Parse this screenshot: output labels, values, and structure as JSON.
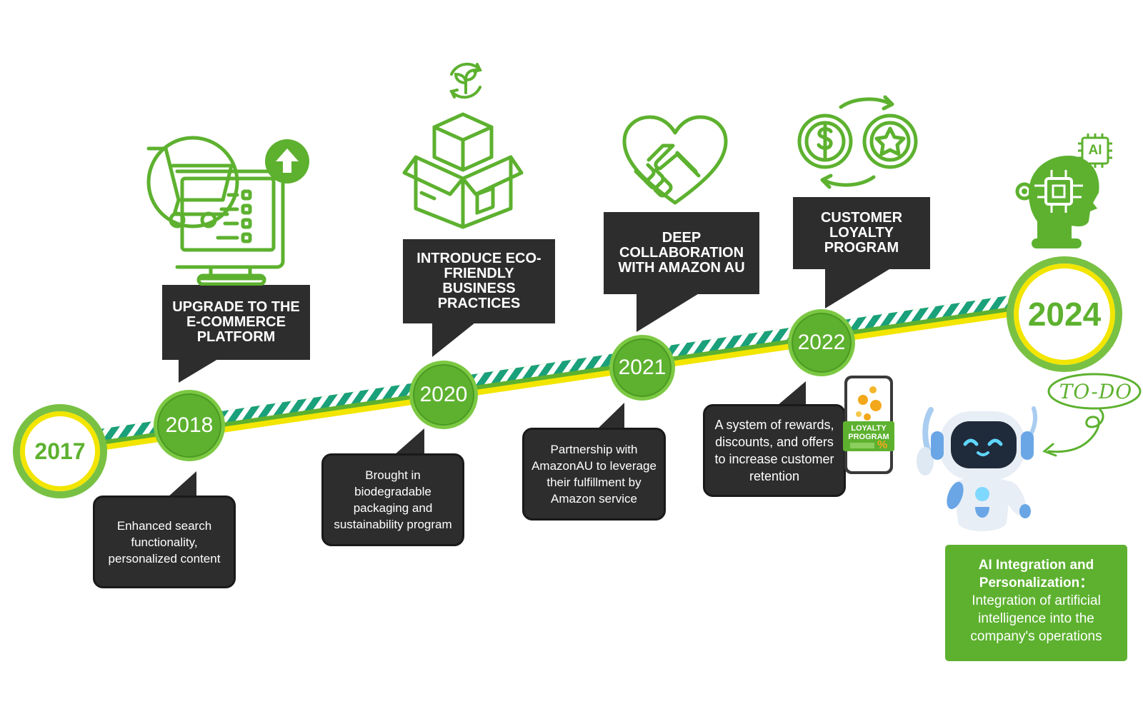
{
  "years": {
    "y2017": "2017",
    "y2018": "2018",
    "y2020": "2020",
    "y2021": "2021",
    "y2022": "2022",
    "y2024": "2024"
  },
  "titles": {
    "t2018": "UPGRADE TO THE E-COMMERCE PLATFORM",
    "t2020": "INTRODUCE ECO-FRIENDLY BUSINESS PRACTICES",
    "t2021": "DEEP COLLABORATION WITH AMAZON AU",
    "t2022": "CUSTOMER LOYALTY PROGRAM"
  },
  "descriptions": {
    "d2018": "Enhanced search functionality, personalized content",
    "d2020": "Brought in biodegradable packaging and sustainability program",
    "d2021": "Partnership with AmazonAU to leverage their fulfillment by Amazon service",
    "d2022": "A system of rewards, discounts, and offers to increase customer retention"
  },
  "ai_box": {
    "heading": "AI Integration and Personalization：",
    "text": "Integration of artificial intelligence into the company's operations"
  },
  "labels": {
    "chip": "AI",
    "todo": "TO-DO",
    "loyalty_line1": "LOYALTY",
    "loyalty_line2": "PROGRAM",
    "percent": "%"
  },
  "colors": {
    "green": "#5db12f",
    "light_green": "#79c142",
    "teal": "#1a9a7a",
    "yellow": "#f2e500",
    "dark_box": "#2d2d2d"
  }
}
